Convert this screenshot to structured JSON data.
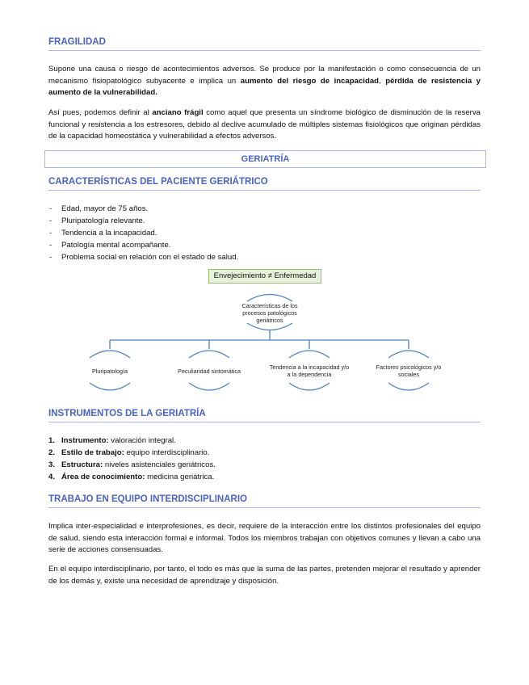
{
  "fragilidad": {
    "heading": "FRAGILIDAD",
    "p1_a": "Supone una causa o riesgo de acontecimientos adversos. Se produce por la manifestación o como consecuencia de un mecanismo fisiopatológico subyacente e implica un ",
    "p1_b": "aumento del riesgo de incapacidad",
    "p1_c": ", ",
    "p1_d": "pérdida de resistencia y aumento de la vulnerabilidad.",
    "p2_a": "Así pues, podemos definir al ",
    "p2_b": "anciano frágil",
    "p2_c": " como aquel que presenta un síndrome biológico de disminución de la reserva funcional y resistencia a los estresores, debido al declive acumulado de múltiples sistemas fisiológicos que originan pérdidas de la capacidad homeostática y vulnerabilidad a efectos adversos."
  },
  "banner": "GERIATRÍA",
  "caracteristicas": {
    "heading": "CARACTERÍSTICAS DEL PACIENTE GERIÁTRICO",
    "items": [
      "Edad, mayor de 75 años.",
      "Pluripatología relevante.",
      "Tendencia a la incapacidad.",
      "Patología mental acompañante.",
      "Problema social en relación con el estado de salud."
    ]
  },
  "diagram": {
    "title": "Envejecimiento ≠ Enfermedad",
    "root": "Características de los procesos patológicos geriátricos",
    "children": [
      "Pluripatología",
      "Peculiaridad sintomática",
      "Tendencia a la incapacidad y/o a la dependencia",
      "Factores psicológicos y/o sociales"
    ],
    "line_color": "#4e82bd"
  },
  "instrumentos": {
    "heading": "INSTRUMENTOS DE LA GERIATRÍA",
    "items": [
      {
        "num": "1.",
        "key": "Instrumento:",
        "value": " valoración integral."
      },
      {
        "num": "2.",
        "key": "Estilo de trabajo:",
        "value": " equipo interdisciplinario."
      },
      {
        "num": "3.",
        "key": "Estructura:",
        "value": " niveles asistenciales geriátricos."
      },
      {
        "num": "4.",
        "key": "Área de conocimiento:",
        "value": " medicina geriátrica."
      }
    ]
  },
  "trabajo": {
    "heading": "TRABAJO EN EQUIPO INTERDISCIPLINARIO",
    "p1": "Implica inter-especialidad e interprofesiones, es decir, requiere de la interacción entre los distintos profesionales del equipo de salud, siendo esta interacción formal e informal. Todos los miembros trabajan con objetivos comunes y llevan a cabo una serie de acciones consensuadas.",
    "p2": "En el equipo interdisciplinario, por tanto, el todo es más que la suma de las partes, pretenden mejorar el resultado y aprender de los demás y, existe una necesidad de aprendizaje y disposición."
  }
}
